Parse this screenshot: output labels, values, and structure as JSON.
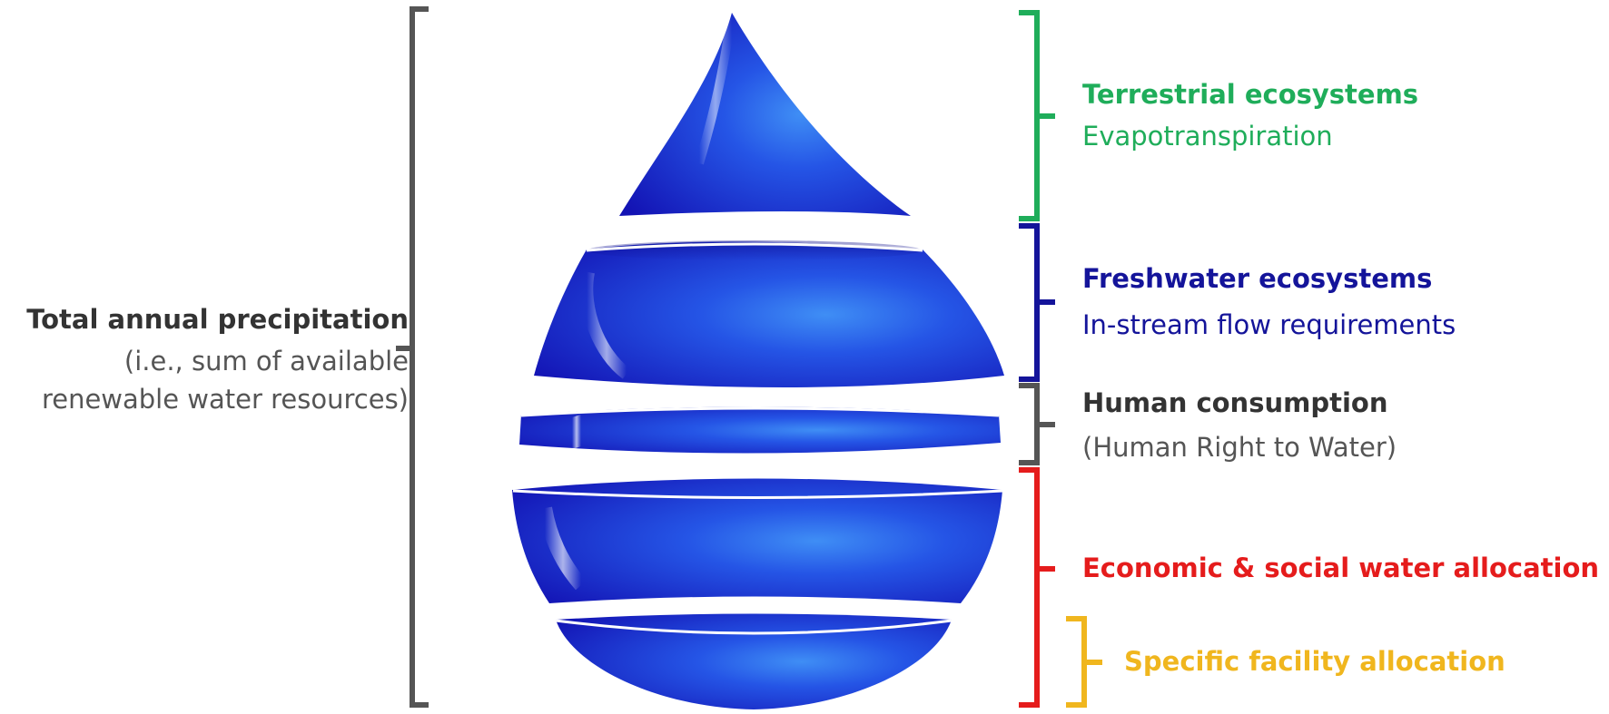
{
  "left_label": {
    "title": "Total annual precipitation",
    "line2": "(i.e., sum of available",
    "line3": "renewable water resources)",
    "title_color": "#333333",
    "text_color": "#555555",
    "bracket_color": "#555555"
  },
  "drop_segments": [
    {
      "name": "terrestrial",
      "color": "#1a1ad0"
    },
    {
      "name": "freshwater",
      "color": "#1a1ad0"
    },
    {
      "name": "human",
      "color": "#1a1ad0"
    },
    {
      "name": "economic",
      "color": "#1a1ad0"
    },
    {
      "name": "facility",
      "color": "#1a1ad0"
    }
  ],
  "categories": [
    {
      "id": "terrestrial",
      "title": "Terrestrial ecosystems",
      "subtitle": "Evapotranspiration",
      "color": "#1fad5a"
    },
    {
      "id": "freshwater",
      "title": "Freshwater ecosystems",
      "subtitle": "In-stream flow requirements",
      "color": "#14149a"
    },
    {
      "id": "human",
      "title": "Human consumption",
      "subtitle": "(Human Right to Water)",
      "color": "#333333",
      "subtitle_color": "#555555"
    },
    {
      "id": "economic",
      "title": "Economic & social water allocation",
      "subtitle": "",
      "color": "#e51c1c"
    },
    {
      "id": "facility",
      "title": "Specific facility allocation",
      "subtitle": "",
      "color": "#f0b61e"
    }
  ]
}
